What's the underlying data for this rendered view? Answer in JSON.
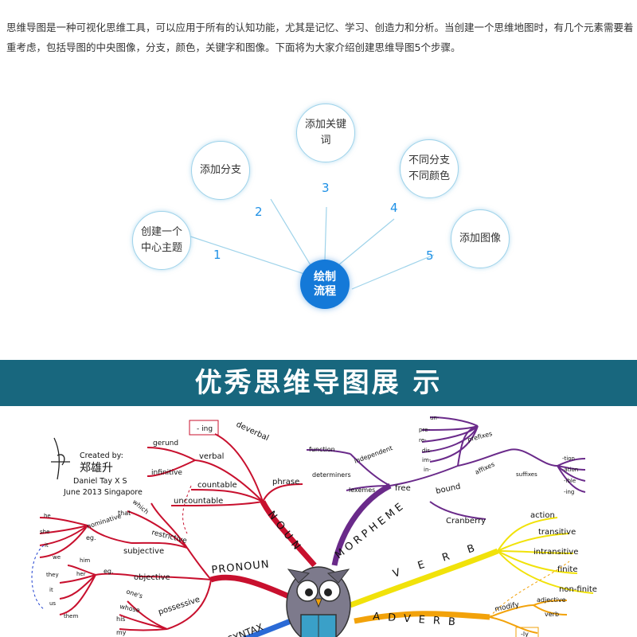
{
  "intro_text": "思维导图是一种可视化思维工具，可以应用于所有的认知功能，尤其是记忆、学习、创造力和分析。当创建一个思维地图时，有几个元素需要着重考虑，包括导图的中央图像，分支，颜色，关键字和图像。下面将为大家介绍创建思维导图5个步骤。",
  "process": {
    "center_label": "绘制\n流程",
    "steps": [
      {
        "number": "1",
        "label": "创建一个\n中心主题"
      },
      {
        "number": "2",
        "label": "添加分支"
      },
      {
        "number": "3",
        "label": "添加关键\n词"
      },
      {
        "number": "4",
        "label": "不同分支\n不同颜色"
      },
      {
        "number": "5",
        "label": "添加图像"
      }
    ],
    "accent_color": "#1479d8"
  },
  "banner": {
    "title": "优秀思维导图展 示",
    "background": "#18677e"
  },
  "mindmap": {
    "credit": {
      "created_by": "Created by:",
      "chinese_name": "郑雄升",
      "name": "Daniel Tay X S",
      "date": "June 2013 Singapore"
    },
    "main_branches": [
      "NOUN",
      "MORPHEME",
      "VERB",
      "ADVERB",
      "PRONOUN",
      "SYNTAX"
    ],
    "noun_words": [
      "- ing",
      "deverbal",
      "gerund",
      "verbal",
      "infinitive",
      "countable",
      "uncountable",
      "phrase",
      "function",
      "independent",
      "determiners",
      "lexemes",
      "free"
    ],
    "morpheme_words": [
      "un-",
      "pre-",
      "re-",
      "dis-",
      "im-",
      "in-",
      "prefixes",
      "affixes",
      "bound",
      "suffixes",
      "-tion",
      "-ation",
      "-ible",
      "-ing",
      "Cranberry"
    ],
    "verb_words": [
      "action",
      "transitive",
      "intransitive",
      "finite",
      "non-finite"
    ],
    "adverb_words": [
      "modify",
      "adjective",
      "verb",
      "-ly"
    ],
    "pronoun_words": [
      "which",
      "that",
      "restrictive",
      "nominative",
      "eg.",
      "subjective",
      "he",
      "she",
      "it",
      "we",
      "they",
      "him",
      "her",
      "it",
      "us",
      "them",
      "eg.",
      "objective",
      "one's",
      "whose",
      "his",
      "my",
      "possessive"
    ],
    "colors": {
      "noun": "#c8102e",
      "morpheme": "#6a2a8a",
      "verb": "#f1e20a",
      "adverb": "#f2a20a",
      "pronoun": "#c8102e",
      "syntax": "#2b6ad6"
    }
  }
}
